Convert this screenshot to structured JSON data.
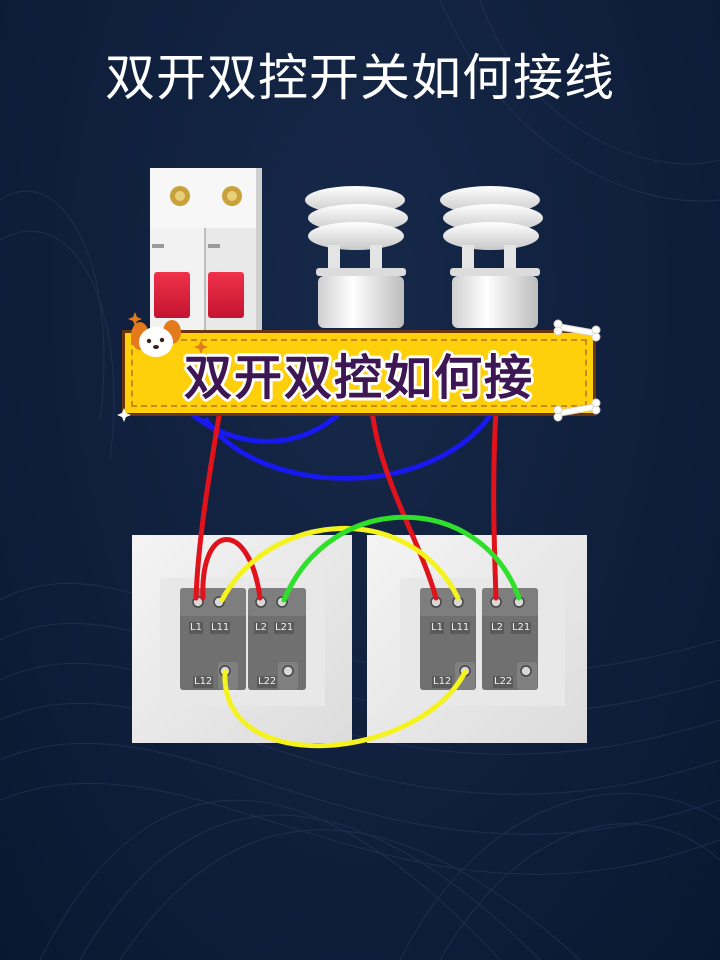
{
  "title": "双开双控开关如何接线",
  "banner": {
    "text": "双开双控如何接"
  },
  "colors": {
    "background": "#0f1f3c",
    "banner_fill": "#fecf0b",
    "banner_border": "#6b3410",
    "banner_text": "#3c1753",
    "wire_live": "#e0121c",
    "wire_neutral": "#1818f0",
    "wire_yellow": "#f5f31e",
    "wire_green": "#2fe02a"
  },
  "components": {
    "breaker": {
      "name": "double-pole circuit breaker"
    },
    "lamps": [
      {
        "name": "lamp 1"
      },
      {
        "name": "lamp 2"
      }
    ],
    "switches": [
      {
        "name": "left double-gang two-way switch",
        "terminals": [
          "L1",
          "L11",
          "L2",
          "L21",
          "L12",
          "L22"
        ]
      },
      {
        "name": "right double-gang two-way switch",
        "terminals": [
          "L1",
          "L11",
          "L2",
          "L21",
          "L12",
          "L22"
        ]
      }
    ]
  },
  "switch_left": {
    "t_l1": "L1",
    "t_l11": "L11",
    "t_l2": "L2",
    "t_l21": "L21",
    "t_l12": "L12",
    "t_l22": "L22"
  },
  "switch_right": {
    "t_l1": "L1",
    "t_l11": "L11",
    "t_l2": "L2",
    "t_l21": "L21",
    "t_l12": "L12",
    "t_l22": "L22"
  }
}
